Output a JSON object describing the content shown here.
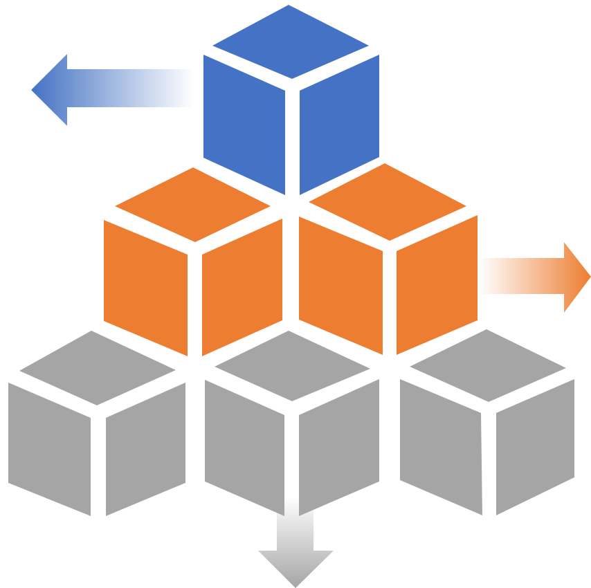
{
  "diagram": {
    "kind": "stacked-cube-pyramid",
    "rows": [
      {
        "tier": "top",
        "cube_count": 1,
        "color": "#4472C4"
      },
      {
        "tier": "middle",
        "cube_count": 2,
        "color": "#ED7D31"
      },
      {
        "tier": "bottom",
        "cube_count": 3,
        "color": "#A5A5A5"
      }
    ],
    "arrows": [
      {
        "direction": "left",
        "color": "#4472C4"
      },
      {
        "direction": "right",
        "color": "#ED7D31"
      },
      {
        "direction": "down",
        "color": "#A5A5A5"
      }
    ],
    "gap_color": "#FFFFFF"
  }
}
